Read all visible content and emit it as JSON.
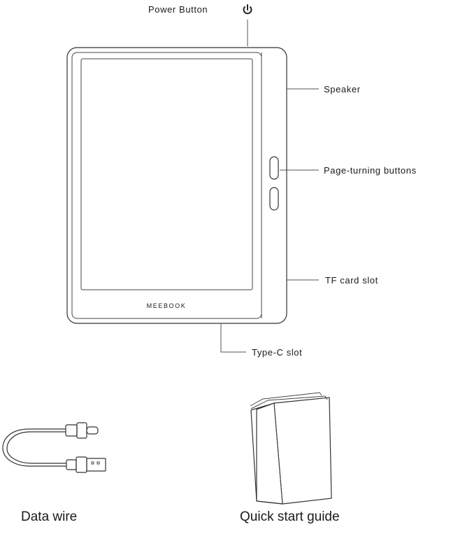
{
  "labels": {
    "power_button": "Power Button",
    "speaker": "Speaker",
    "page_turning_buttons": "Page-turning buttons",
    "tf_card_slot": "TF card slot",
    "type_c_slot": "Type-C slot"
  },
  "device": {
    "brand_logo": "MEEBOOK",
    "power_icon": "power-icon"
  },
  "accessories": {
    "data_wire": "Data wire",
    "quick_start_guide": "Quick start guide"
  },
  "colors": {
    "line": "#333333",
    "text": "#1a1a1a"
  }
}
